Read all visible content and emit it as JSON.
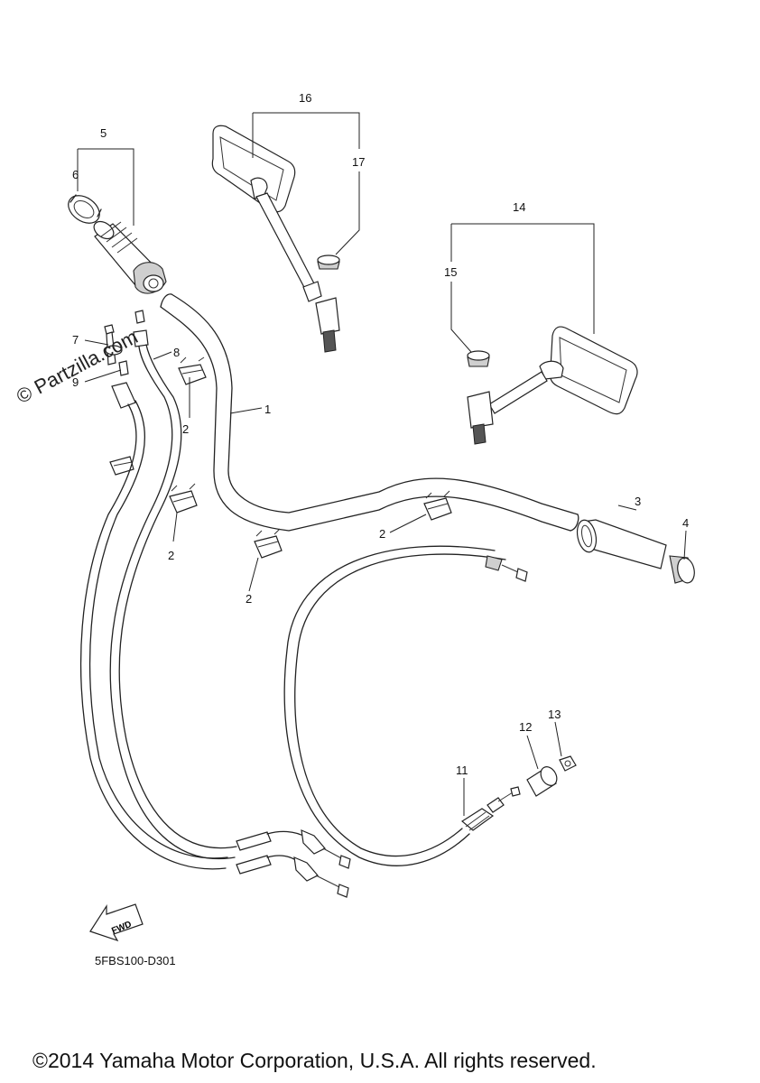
{
  "callouts": [
    "1",
    "2",
    "3",
    "4",
    "5",
    "6",
    "7",
    "8",
    "9",
    "11",
    "12",
    "13",
    "14",
    "15",
    "16",
    "17"
  ],
  "fwd_label": "FWD",
  "diagram_code": "5FBS100-D301",
  "watermark": "© Partzilla.com",
  "copyright": "©2014 Yamaha Motor Corporation, U.S.A. All rights reserved."
}
